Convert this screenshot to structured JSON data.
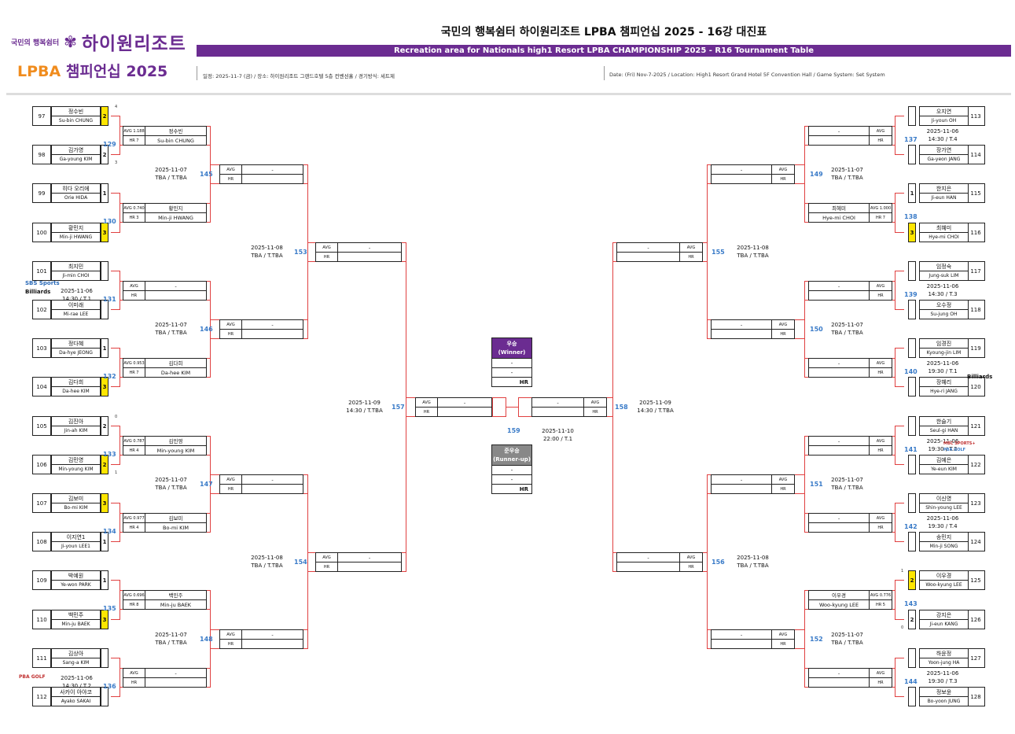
{
  "header": {
    "logo_small": "국민의 행복쉼터",
    "logo_big": "하이원리조트",
    "logo_lpba": "LPBA",
    "logo_champ": "챔피언십 2025",
    "title_ko": "국민의 행복쉼터 하이원리조트 LPBA 챔피언십 2025 - 16강 대진표",
    "title_en": "Recreation area for Nationals high1 Resort LPBA CHAMPIONSHIP 2025 - R16 Tournament Table",
    "info_ko": "일정: 2025-11-7 (금) / 장소: 하이원리조트 그랜드호텔 5층 컨벤션홀 / 경기방식: 세트제",
    "info_en": "Date: (Fri) Nov-7-2025 / Location: High1 Resort Grand Hotel 5F Convention Hall / Game System: Set System"
  },
  "labels": {
    "avg": "AVG",
    "hr": "HR",
    "dash": "-"
  },
  "players": [
    {
      "seed": "97",
      "ko": "정수빈",
      "en": "Su-bin CHUNG",
      "score": "2",
      "win": true,
      "sets": "4"
    },
    {
      "seed": "98",
      "ko": "김가영",
      "en": "Ga-young KIM",
      "score": "2",
      "win": false,
      "sets": "3"
    },
    {
      "seed": "99",
      "ko": "히다 오리에",
      "en": "Orie HIDA",
      "score": "1",
      "win": false,
      "sets": ""
    },
    {
      "seed": "100",
      "ko": "황민지",
      "en": "Min-ji HWANG",
      "score": "3",
      "win": true,
      "sets": ""
    },
    {
      "seed": "101",
      "ko": "최지민",
      "en": "Ji-min CHOI",
      "score": "",
      "win": false,
      "sets": ""
    },
    {
      "seed": "102",
      "ko": "이미래",
      "en": "Mi-rae LEE",
      "score": "",
      "win": false,
      "sets": ""
    },
    {
      "seed": "103",
      "ko": "정다혜",
      "en": "Da-hye JEONG",
      "score": "1",
      "win": false,
      "sets": ""
    },
    {
      "seed": "104",
      "ko": "김다희",
      "en": "Da-hee KIM",
      "score": "3",
      "win": true,
      "sets": ""
    },
    {
      "seed": "105",
      "ko": "김진아",
      "en": "Jin-ah KIM",
      "score": "2",
      "win": false,
      "sets": "0"
    },
    {
      "seed": "106",
      "ko": "김민영",
      "en": "Min-young KIM",
      "score": "2",
      "win": true,
      "sets": "1"
    },
    {
      "seed": "107",
      "ko": "김보미",
      "en": "Bo-mi KIM",
      "score": "3",
      "win": true,
      "sets": ""
    },
    {
      "seed": "108",
      "ko": "이지연1",
      "en": "Ji-youn LEE1",
      "score": "1",
      "win": false,
      "sets": ""
    },
    {
      "seed": "109",
      "ko": "박예원",
      "en": "Ye-won PARK",
      "score": "1",
      "win": false,
      "sets": ""
    },
    {
      "seed": "110",
      "ko": "백민주",
      "en": "Min-ju BAEK",
      "score": "3",
      "win": true,
      "sets": ""
    },
    {
      "seed": "111",
      "ko": "김상아",
      "en": "Sang-a KIM",
      "score": "",
      "win": false,
      "sets": ""
    },
    {
      "seed": "112",
      "ko": "사카이 아야코",
      "en": "Ayako SAKAI",
      "score": "",
      "win": false,
      "sets": ""
    },
    {
      "seed": "113",
      "ko": "오지연",
      "en": "Ji-youn OH",
      "score": "",
      "win": false,
      "sets": ""
    },
    {
      "seed": "114",
      "ko": "장가연",
      "en": "Ga-yeon JANG",
      "score": "",
      "win": false,
      "sets": ""
    },
    {
      "seed": "115",
      "ko": "한지은",
      "en": "Ji-eun HAN",
      "score": "1",
      "win": false,
      "sets": ""
    },
    {
      "seed": "116",
      "ko": "최혜미",
      "en": "Hye-mi CHOI",
      "score": "3",
      "win": true,
      "sets": ""
    },
    {
      "seed": "117",
      "ko": "임정숙",
      "en": "Jung-suk LIM",
      "score": "",
      "win": false,
      "sets": ""
    },
    {
      "seed": "118",
      "ko": "오수정",
      "en": "Su-jung OH",
      "score": "",
      "win": false,
      "sets": ""
    },
    {
      "seed": "119",
      "ko": "임경진",
      "en": "Kyoung-jin LIM",
      "score": "",
      "win": false,
      "sets": ""
    },
    {
      "seed": "120",
      "ko": "장혜리",
      "en": "Hye-ri JANG",
      "score": "",
      "win": false,
      "sets": ""
    },
    {
      "seed": "121",
      "ko": "한슬기",
      "en": "Seul-gi HAN",
      "score": "",
      "win": false,
      "sets": ""
    },
    {
      "seed": "122",
      "ko": "김예은",
      "en": "Ye-eun KIM",
      "score": "",
      "win": false,
      "sets": ""
    },
    {
      "seed": "123",
      "ko": "이신영",
      "en": "Shin-young LEE",
      "score": "",
      "win": false,
      "sets": ""
    },
    {
      "seed": "124",
      "ko": "송민지",
      "en": "Min-ji SONG",
      "score": "",
      "win": false,
      "sets": ""
    },
    {
      "seed": "125",
      "ko": "이우경",
      "en": "Woo-kyung LEE",
      "score": "2",
      "win": true,
      "sets": "1"
    },
    {
      "seed": "126",
      "ko": "강지은",
      "en": "Ji-eun KANG",
      "score": "2",
      "win": false,
      "sets": "0"
    },
    {
      "seed": "127",
      "ko": "하윤정",
      "en": "Yoon-jung HA",
      "score": "",
      "win": false,
      "sets": ""
    },
    {
      "seed": "128",
      "ko": "정보윤",
      "en": "Bo-yoon JUNG",
      "score": "",
      "win": false,
      "sets": ""
    }
  ],
  "r32": [
    {
      "num": "129",
      "avg": "AVG 1.188",
      "hr": "HR 7",
      "ko": "정수빈",
      "en": "Su-bin CHUNG",
      "date": "",
      "time": ""
    },
    {
      "num": "130",
      "avg": "AVG 0.740",
      "hr": "HR 3",
      "ko": "황민지",
      "en": "Min-ji HWANG",
      "date": "",
      "time": ""
    },
    {
      "num": "131",
      "avg": "AVG",
      "hr": "HR",
      "ko": "-",
      "en": "",
      "date": "2025-11-06",
      "time": "14:30 / T.1"
    },
    {
      "num": "132",
      "avg": "AVG 0.953",
      "hr": "HR 7",
      "ko": "김다희",
      "en": "Da-hee KIM",
      "date": "",
      "time": ""
    },
    {
      "num": "133",
      "avg": "AVG 0.787",
      "hr": "HR 4",
      "ko": "김민영",
      "en": "Min-young KIM",
      "date": "",
      "time": ""
    },
    {
      "num": "134",
      "avg": "AVG 0.977",
      "hr": "HR 4",
      "ko": "김보미",
      "en": "Bo-mi KIM",
      "date": "",
      "time": ""
    },
    {
      "num": "135",
      "avg": "AVG 0.696",
      "hr": "HR 8",
      "ko": "백민주",
      "en": "Min-ju BAEK",
      "date": "",
      "time": ""
    },
    {
      "num": "136",
      "avg": "AVG",
      "hr": "HR",
      "ko": "-",
      "en": "",
      "date": "2025-11-06",
      "time": "14:30 / T.2"
    },
    {
      "num": "137",
      "avg": "AVG",
      "hr": "HR",
      "ko": "-",
      "en": "",
      "date": "2025-11-06",
      "time": "14:30 / T.4"
    },
    {
      "num": "138",
      "avg": "AVG 1.000",
      "hr": "HR 7",
      "ko": "최혜미",
      "en": "Hye-mi CHOI",
      "date": "",
      "time": ""
    },
    {
      "num": "139",
      "avg": "AVG",
      "hr": "HR",
      "ko": "-",
      "en": "",
      "date": "2025-11-06",
      "time": "14:30 / T.3"
    },
    {
      "num": "140",
      "avg": "AVG",
      "hr": "HR",
      "ko": "-",
      "en": "",
      "date": "2025-11-06",
      "time": "19:30 / T.1"
    },
    {
      "num": "141",
      "avg": "AVG",
      "hr": "HR",
      "ko": "-",
      "en": "",
      "date": "2025-11-06",
      "time": "19:30 / T.2"
    },
    {
      "num": "142",
      "avg": "AVG",
      "hr": "HR",
      "ko": "-",
      "en": "",
      "date": "2025-11-06",
      "time": "19:30 / T.4"
    },
    {
      "num": "143",
      "avg": "AVG 0.776",
      "hr": "HR 5",
      "ko": "이우경",
      "en": "Woo-kyung LEE",
      "date": "",
      "time": ""
    },
    {
      "num": "144",
      "avg": "AVG",
      "hr": "HR",
      "ko": "-",
      "en": "",
      "date": "2025-11-06",
      "time": "19:30 / T.3"
    }
  ],
  "r16": [
    {
      "num": "145",
      "date": "2025-11-07",
      "time": "TBA / T.TBA"
    },
    {
      "num": "146",
      "date": "2025-11-07",
      "time": "TBA / T.TBA"
    },
    {
      "num": "147",
      "date": "2025-11-07",
      "time": "TBA / T.TBA"
    },
    {
      "num": "148",
      "date": "2025-11-07",
      "time": "TBA / T.TBA"
    },
    {
      "num": "149",
      "date": "2025-11-07",
      "time": "TBA / T.TBA"
    },
    {
      "num": "150",
      "date": "2025-11-07",
      "time": "TBA / T.TBA"
    },
    {
      "num": "151",
      "date": "2025-11-07",
      "time": "TBA / T.TBA"
    },
    {
      "num": "152",
      "date": "2025-11-07",
      "time": "TBA / T.TBA"
    }
  ],
  "qf": [
    {
      "num": "153",
      "date": "2025-11-08",
      "time": "TBA / T.TBA"
    },
    {
      "num": "154",
      "date": "2025-11-08",
      "time": "TBA / T.TBA"
    },
    {
      "num": "155",
      "date": "2025-11-08",
      "time": "TBA / T.TBA"
    },
    {
      "num": "156",
      "date": "2025-11-08",
      "time": "TBA / T.TBA"
    }
  ],
  "sf": [
    {
      "num": "157",
      "date": "2025-11-09",
      "time": "14:30 / T.TBA"
    },
    {
      "num": "158",
      "date": "2025-11-09",
      "time": "14:30 / T.TBA"
    }
  ],
  "final": {
    "num": "159",
    "date": "2025-11-10",
    "time": "22:00 / T.1",
    "winner_ko": "우승",
    "winner_en": "(Winner)",
    "runner_ko": "준우승",
    "runner_en": "(Runner-up)"
  },
  "sponsors": {
    "sbs1": "SBS Sports",
    "sbs2": "Billiards",
    "billiards": "Billiards",
    "mbc": "MBC SPORTS+",
    "pba": "PBA GOLF"
  },
  "colors": {
    "purple": "#6b2c91",
    "orange": "#f08c1e",
    "bracket": "#e04040",
    "num": "#3a7bc8",
    "win": "#ffe600",
    "runner": "#888888"
  }
}
